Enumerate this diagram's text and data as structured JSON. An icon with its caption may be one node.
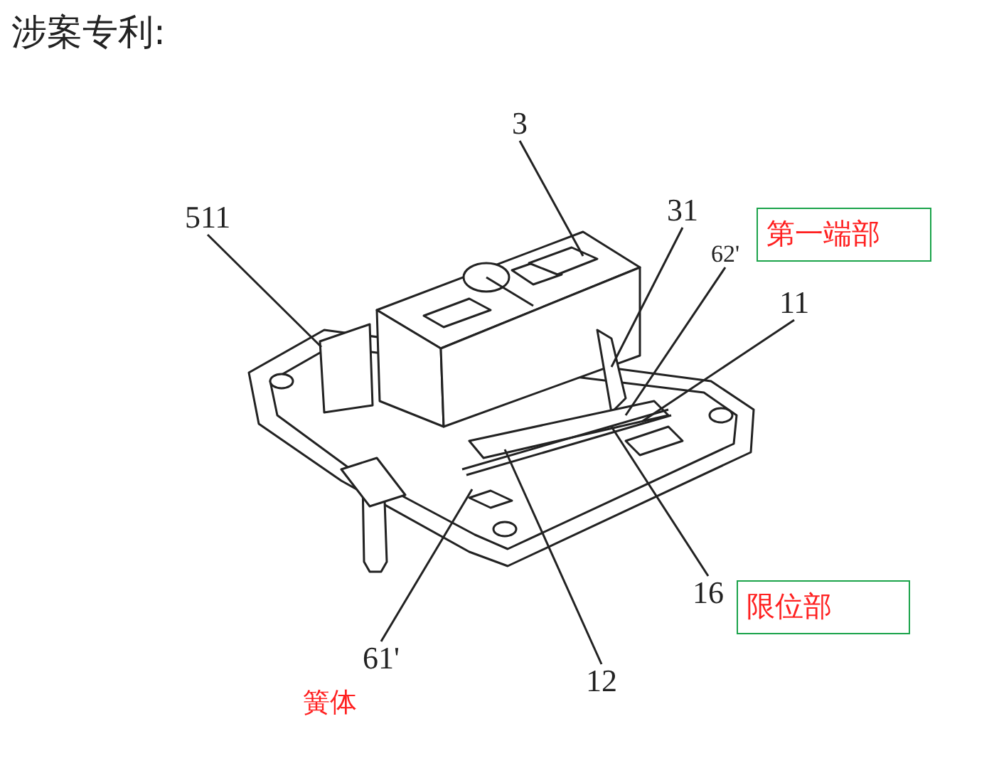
{
  "diagram": {
    "title": "涉案专利:",
    "nodes": [
      {
        "text": [
          "3"
        ]
      },
      {
        "text": [
          "511"
        ]
      },
      {
        "text": [
          "31"
        ]
      },
      {
        "text": [
          "第一端部"
        ]
      },
      {
        "text": [
          "62'"
        ]
      },
      {
        "text": [
          "11"
        ]
      },
      {
        "text": [
          "16"
        ]
      },
      {
        "text": [
          "限位部"
        ]
      },
      {
        "text": [
          "61'"
        ]
      },
      {
        "text": [
          "12"
        ]
      }
    ],
    "edges": [
      {
        "from": 0,
        "to": null,
        "arrow": "none"
      },
      {
        "from": 1,
        "to": null,
        "arrow": "none"
      },
      {
        "from": 2,
        "to": null,
        "arrow": "none"
      },
      {
        "from": 4,
        "to": null,
        "arrow": "none"
      },
      {
        "from": 5,
        "to": null,
        "arrow": "none"
      },
      {
        "from": 6,
        "to": null,
        "arrow": "none"
      },
      {
        "from": 8,
        "to": null,
        "arrow": "none"
      },
      {
        "from": 9,
        "to": null,
        "arrow": "none"
      }
    ],
    "labels": [
      "簧体"
    ]
  }
}
